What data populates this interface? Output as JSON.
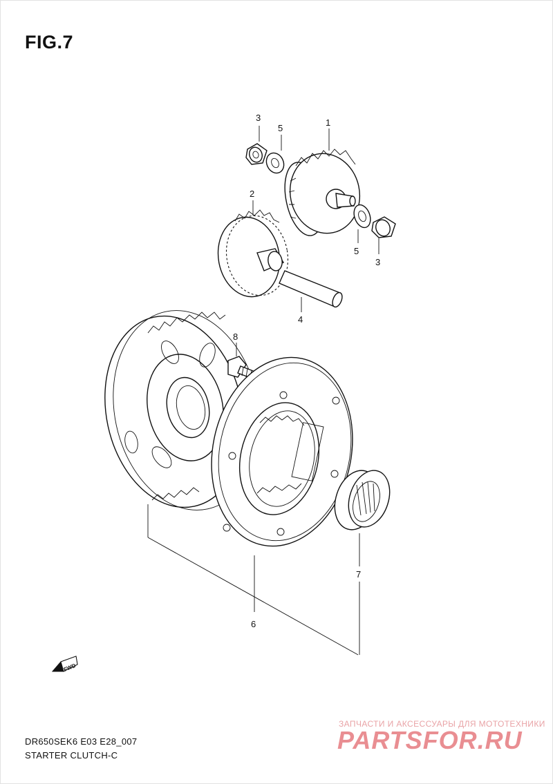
{
  "figure": {
    "title": "FIG.7"
  },
  "callouts": [
    {
      "id": "c3a",
      "label": "3"
    },
    {
      "id": "c5a",
      "label": "5"
    },
    {
      "id": "c1",
      "label": "1"
    },
    {
      "id": "c2",
      "label": "2"
    },
    {
      "id": "c5b",
      "label": "5"
    },
    {
      "id": "c3b",
      "label": "3"
    },
    {
      "id": "c4",
      "label": "4"
    },
    {
      "id": "c8",
      "label": "8"
    },
    {
      "id": "c7",
      "label": "7"
    },
    {
      "id": "c6",
      "label": "6"
    }
  ],
  "direction_badge": "FWD",
  "footer": {
    "model_code": "DR650SEK6 E03 E28_007",
    "assembly_name": "STARTER CLUTCH-C"
  },
  "watermark": {
    "tagline": "ЗАПЧАСТИ И АКСЕССУАРЫ ДЛЯ МОТОТЕХНИКИ",
    "brand": "PARTSFOR.RU"
  },
  "colors": {
    "line": "#111111",
    "background": "#ffffff",
    "watermark": "#d8323a"
  }
}
